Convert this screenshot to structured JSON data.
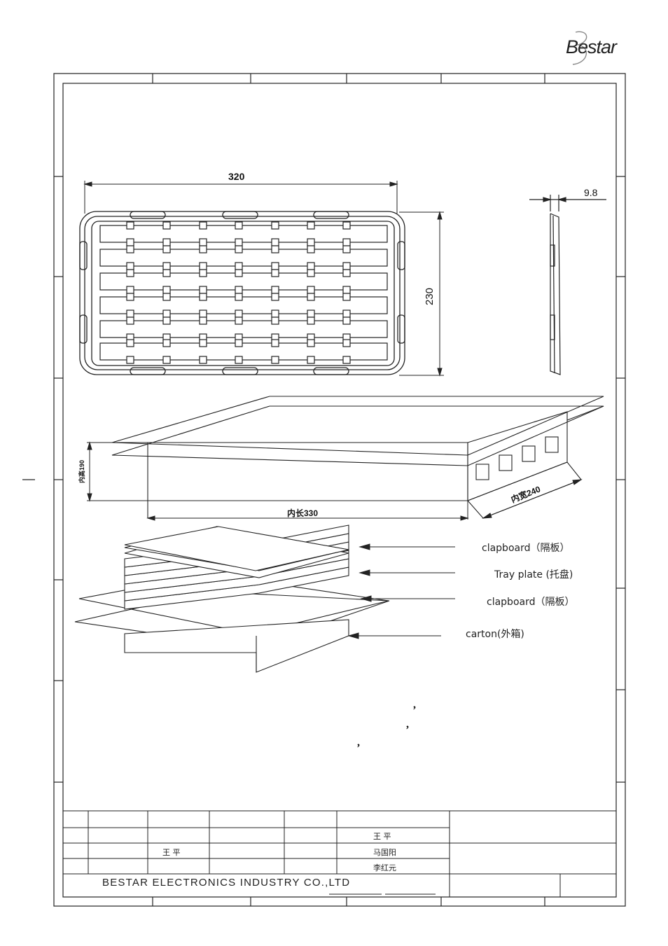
{
  "brand": {
    "logo_text": "Bestar"
  },
  "tray_drawing": {
    "dim_width": "320",
    "dim_height": "230",
    "dim_thickness": "9.8"
  },
  "carton_drawing": {
    "height_label": "内高190",
    "length_label": "内长330",
    "width_label": "内宽240"
  },
  "stack_labels": [
    "clapboard（隔板）",
    "Tray plate (托盘)",
    "clapboard（隔板）",
    "carton(外箱)"
  ],
  "title_block": {
    "names": [
      "王 平",
      "王 平",
      "马国阳",
      "李红元"
    ],
    "company": "BESTAR ELECTRONICS INDUSTRY CO.,LTD"
  },
  "notes_marks": [
    ",",
    ",",
    ","
  ]
}
